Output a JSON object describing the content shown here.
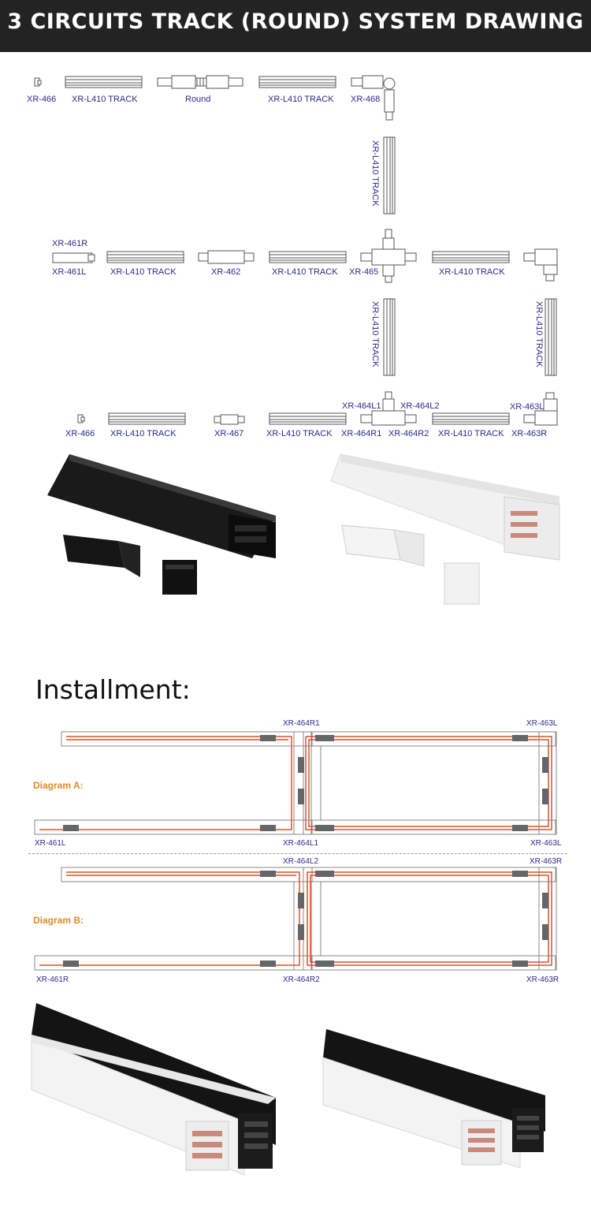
{
  "header": {
    "title": "3 CIRCUITS TRACK (ROUND) SYSTEM DRAWING"
  },
  "system_drawing": {
    "row1": [
      "XR-466",
      "XR-L410 TRACK",
      "Round",
      "XR-L410 TRACK",
      "XR-468"
    ],
    "vertical1": "XR-L410 TRACK",
    "row2_top": "XR-461R",
    "row2": [
      "XR-461L",
      "XR-L410 TRACK",
      "XR-462",
      "XR-L410 TRACK",
      "XR-465",
      "XR-L410 TRACK"
    ],
    "vertical2": "XR-L410 TRACK",
    "vertical3": "XR-L410 TRACK",
    "row3_top": [
      "XR-464L1",
      "XR-464L2",
      "XR-463L"
    ],
    "row3": [
      "XR-466",
      "XR-L410 TRACK",
      "XR-467",
      "XR-L410 TRACK",
      "XR-464R1",
      "XR-464R2",
      "XR-L410 TRACK",
      "XR-463R"
    ]
  },
  "installment": {
    "title": "Installment:",
    "diagram_a": {
      "name": "Diagram A:",
      "labels": {
        "top_mid": "XR-464R1",
        "top_right": "XR-463L",
        "bottom_left": "XR-461L",
        "bottom_mid": "XR-464L1",
        "bottom_right": "XR-463L"
      }
    },
    "diagram_b": {
      "name": "Diagram B:",
      "labels": {
        "top_mid": "XR-464L2",
        "top_right": "XR-463R",
        "bottom_left": "XR-461R",
        "bottom_mid": "XR-464R2",
        "bottom_right": "XR-463R"
      }
    }
  },
  "colors": {
    "header_bg": "#232323",
    "label_blue": "#2b2b8c",
    "diagram_name": "#e08a26",
    "wire": "#d9532b",
    "track_black": "#111111",
    "track_white": "#f2f2f2"
  }
}
